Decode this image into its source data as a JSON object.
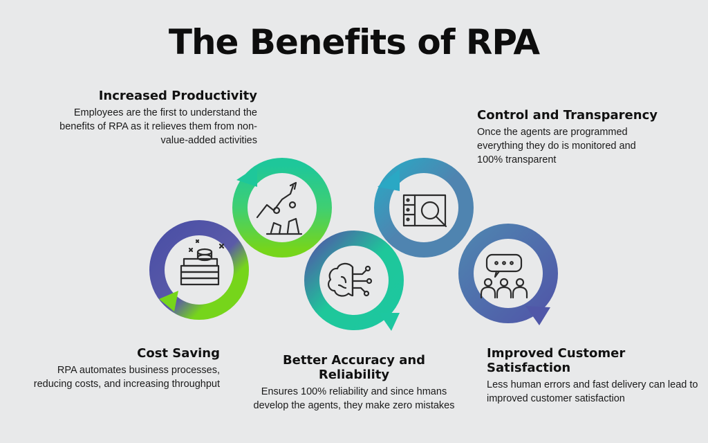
{
  "title": "The Benefits of RPA",
  "colors": {
    "background": "#e8e9ea",
    "green": "#76d51b",
    "teal": "#1ec79a",
    "blue": "#1d9cc4",
    "steel": "#4f84b0",
    "indigo": "#5057a8"
  },
  "benefits": [
    {
      "title": "Increased Productivity",
      "description": "Employees are the first to understand the benefits of RPA as it relieves them from non-value-added activities",
      "icon": "productivity-teamwork-icon"
    },
    {
      "title": "Control and Transparency",
      "description": "Once the agents are programmed everything they do is monitored and 100% transparent",
      "icon": "monitoring-magnifier-icon"
    },
    {
      "title": "Cost Saving",
      "description": "RPA automates business processes, reducing costs, and increasing throughput",
      "icon": "money-stack-icon"
    },
    {
      "title": "Better Accuracy and Reliability",
      "description": "Ensures 100% reliability and since hmans develop the agents, they make zero mistakes",
      "icon": "brain-circuit-icon"
    },
    {
      "title": "Improved Customer Satisfaction",
      "description": "Less human errors and fast delivery can lead to improved customer satisfaction",
      "icon": "customer-chat-icon"
    }
  ]
}
